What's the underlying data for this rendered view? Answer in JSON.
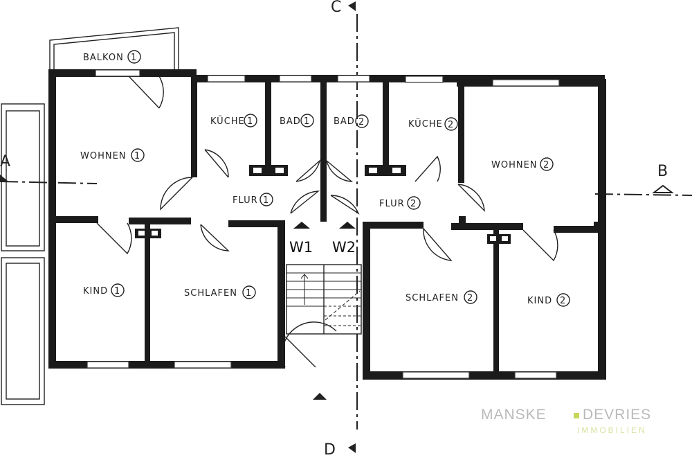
{
  "rooms": {
    "balkon": "BALKON",
    "wohnen1": "WOHNEN",
    "kueche1": "KÜCHE",
    "bad1": "BAD",
    "bad2": "BAD",
    "kueche2": "KÜCHE",
    "wohnen2": "WOHNEN",
    "flur1": "FLUR",
    "flur2": "FLUR",
    "kind1": "KIND",
    "schlafen1": "SCHLAFEN",
    "schlafen2": "SCHLAFEN",
    "kind2": "KIND"
  },
  "unit_numbers": {
    "w1": "1",
    "w2": "2"
  },
  "apartments": {
    "w1": "W1",
    "w2": "W2"
  },
  "section_marks": {
    "top": "C",
    "bottom": "D",
    "left": "A",
    "right": "B"
  },
  "brand": {
    "name_left": "MANSKE",
    "name_right": "DEVRIES",
    "subtitle": "IMMOBILIEN",
    "accent_color": "#c8d65a"
  }
}
